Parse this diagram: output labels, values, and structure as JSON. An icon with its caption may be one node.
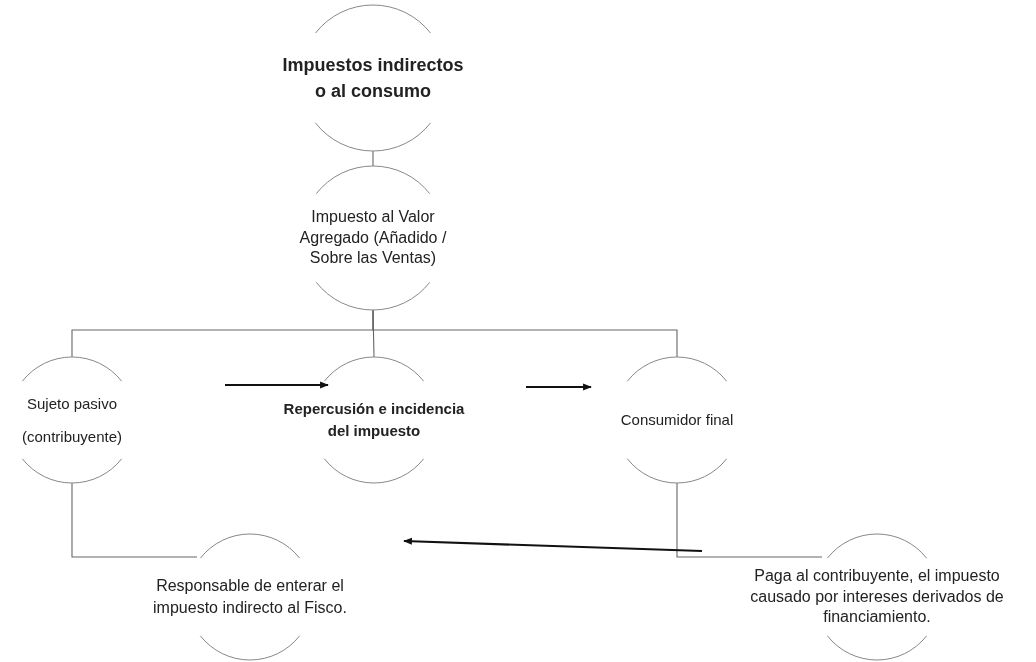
{
  "diagram": {
    "nodes": [
      {
        "text": [
          "Impuestos indirectos o al consumo"
        ]
      },
      {
        "text": [
          "Impuesto al Valor Agregado (Añadido / Sobre las Ventas)"
        ]
      },
      {
        "text": [
          "Sujeto pasivo (contribuyente)"
        ]
      },
      {
        "text": [
          "Repercusión e incidencia del impuesto"
        ]
      },
      {
        "text": [
          "Consumidor final"
        ]
      },
      {
        "text": [
          "Responsable de enterar el impuesto indirecto al Fisco."
        ]
      },
      {
        "text": [
          "Paga al contribuyente, el impuesto causado por intereses derivados de financiamiento."
        ]
      }
    ],
    "edges": [
      {
        "from": 0,
        "to": 1,
        "arrow": "none"
      },
      {
        "from": 1,
        "to": 2,
        "arrow": "none"
      },
      {
        "from": 1,
        "to": 3,
        "arrow": "none"
      },
      {
        "from": 1,
        "to": 4,
        "arrow": "none"
      },
      {
        "from": null,
        "to": 3,
        "arrow": "to"
      },
      {
        "from": 3,
        "to": 4,
        "arrow": "to"
      },
      {
        "from": 2,
        "to": 5,
        "arrow": "none"
      },
      {
        "from": 4,
        "to": 6,
        "arrow": "none"
      },
      {
        "from": 6,
        "to": 5,
        "arrow": "to"
      }
    ]
  }
}
